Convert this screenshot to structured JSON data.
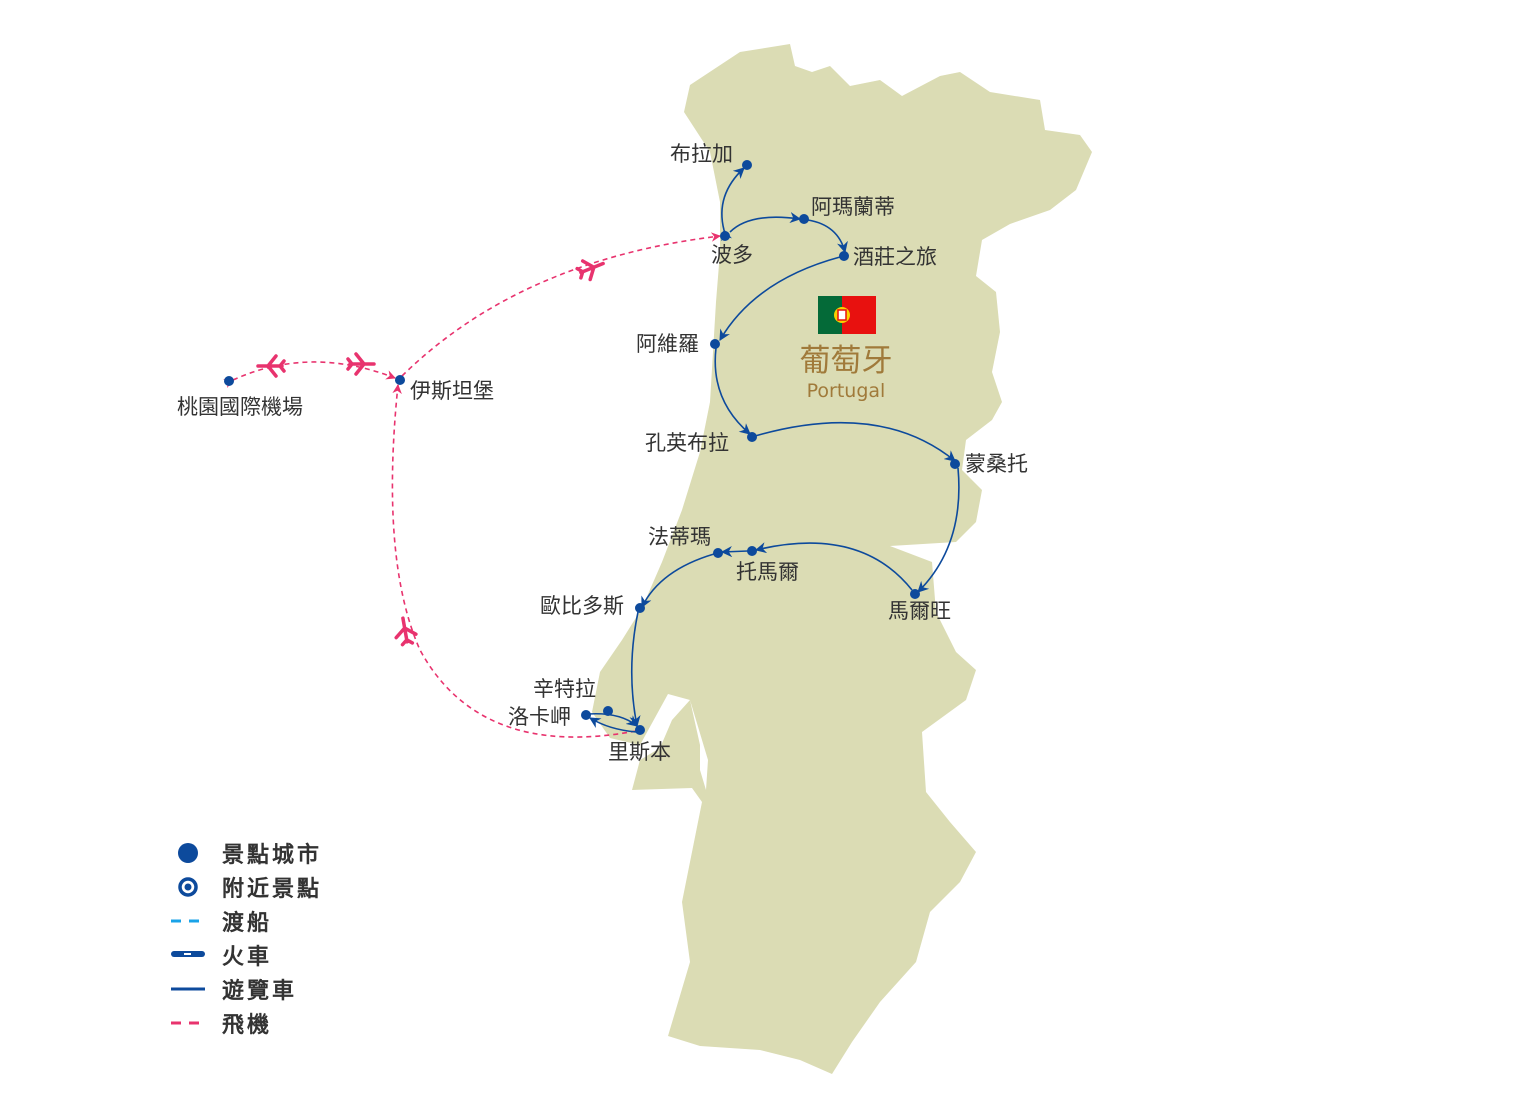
{
  "country": {
    "name_zh": "葡萄牙",
    "name_en": "Portugal"
  },
  "colors": {
    "land": "#dbdcb4",
    "route_bus": "#0d4a9c",
    "route_plane": "#e8336e",
    "ferry": "#1aa3e8",
    "label_country": "#a07a3a"
  },
  "cities": {
    "braga": "布拉加",
    "amarante": "阿瑪蘭蒂",
    "porto": "波多",
    "douro": "酒莊之旅",
    "aveiro": "阿維羅",
    "coimbra": "孔英布拉",
    "monsanto": "蒙桑托",
    "fatima": "法蒂瑪",
    "tomar": "托馬爾",
    "marvao": "馬爾旺",
    "obidos": "歐比多斯",
    "sintra": "辛特拉",
    "roca": "洛卡岬",
    "lisbon": "里斯本",
    "taoyuan": "桃園國際機場",
    "istanbul": "伊斯坦堡"
  },
  "legend": [
    {
      "icon": "city-dot-icon",
      "label": "景點城市"
    },
    {
      "icon": "nearby-ring-icon",
      "label": "附近景點"
    },
    {
      "icon": "ferry-line-icon",
      "label": "渡船"
    },
    {
      "icon": "train-line-icon",
      "label": "火車"
    },
    {
      "icon": "bus-line-icon",
      "label": "遊覽車"
    },
    {
      "icon": "plane-line-icon",
      "label": "飛機"
    }
  ]
}
